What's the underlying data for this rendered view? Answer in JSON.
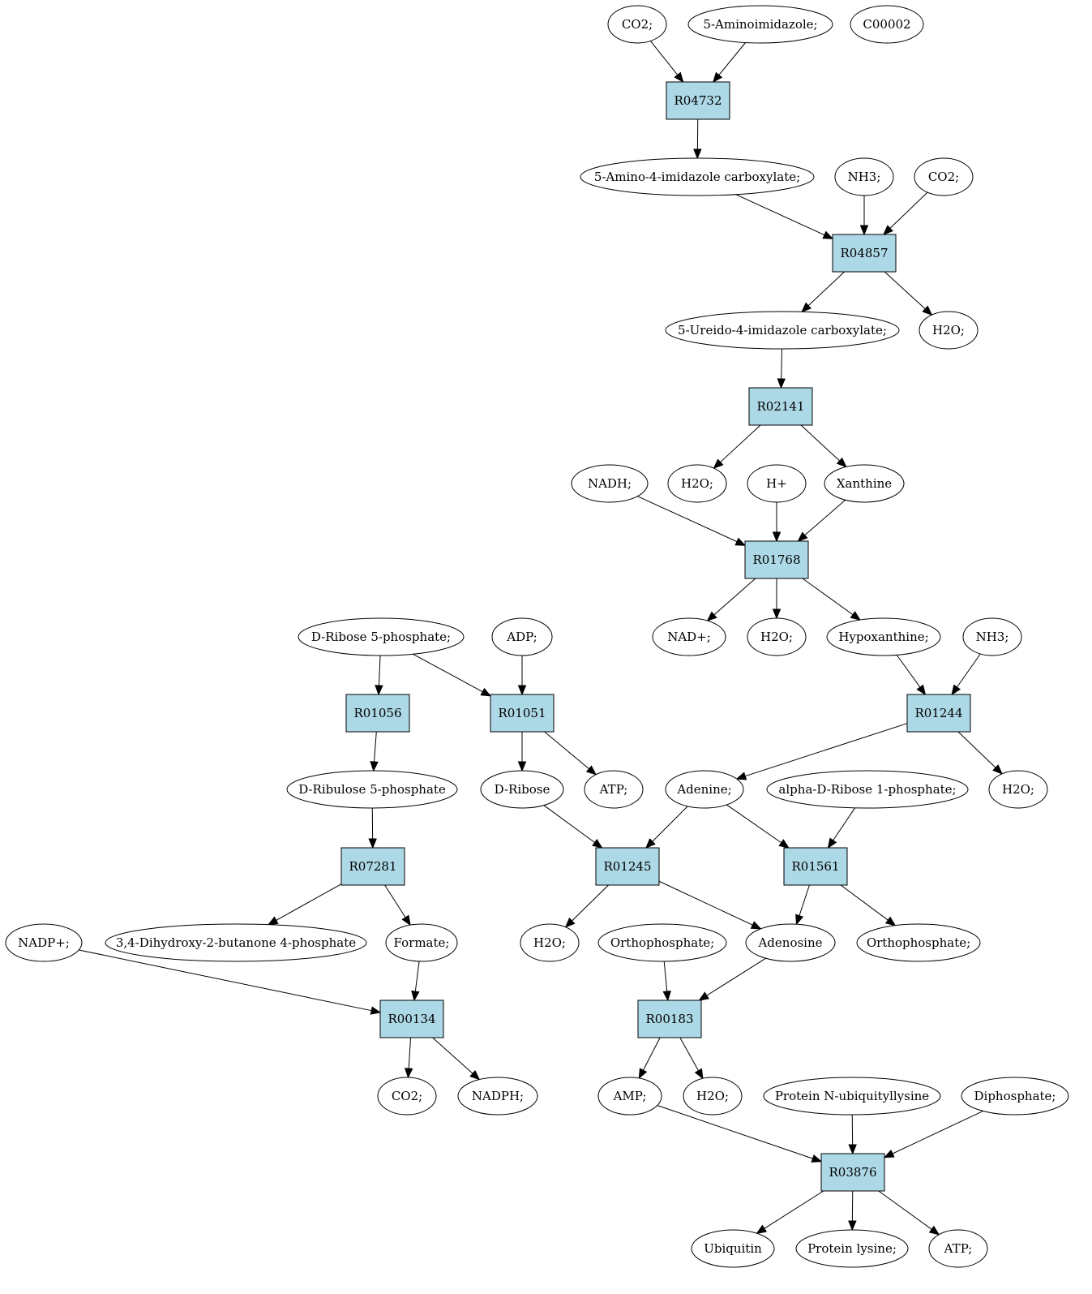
{
  "colors": {
    "reaction_fill": "#add8e6",
    "metabolite_fill": "#ffffff",
    "highlight_green": "#00ee00",
    "highlight_yellow": "#ffff00",
    "stroke": "#000000"
  },
  "nodes": {
    "n_co2_top": "CO2;",
    "n_aminoimidazole": "5-Aminoimidazole;",
    "n_c00002": "C00002",
    "r04732": "R04732",
    "n_amino_imidazole_carboxylate": "5-Amino-4-imidazole carboxylate;",
    "n_nh3_a": "NH3;",
    "n_co2_b": "CO2;",
    "r04857": "R04857",
    "n_ureido": "5-Ureido-4-imidazole carboxylate;",
    "n_h2o_a": "H2O;",
    "r02141": "R02141",
    "n_nadh": "NADH;",
    "n_h2o_b": "H2O;",
    "n_hplus": "H+",
    "n_xanthine": "Xanthine",
    "r01768": "R01768",
    "n_ribose5p": "D-Ribose 5-phosphate;",
    "n_adp": "ADP;",
    "n_nadplus": "NAD+;",
    "n_h2o_c": "H2O;",
    "n_hypoxanthine": "Hypoxanthine;",
    "n_nh3_b": "NH3;",
    "r01056": "R01056",
    "r01051": "R01051",
    "r01244": "R01244",
    "n_ribulose5p": "D-Ribulose 5-phosphate",
    "n_dribose": "D-Ribose",
    "n_atp_a": "ATP;",
    "n_adenine": "Adenine;",
    "n_alpha_ribose1p": "alpha-D-Ribose 1-phosphate;",
    "n_h2o_d": "H2O;",
    "r07281": "R07281",
    "r01245": "R01245",
    "r01561": "R01561",
    "n_nadpplus": "NADP+;",
    "n_dihydroxybutanone": "3,4-Dihydroxy-2-butanone 4-phosphate",
    "n_formate": "Formate;",
    "n_h2o_e": "H2O;",
    "n_orthophosphate_a": "Orthophosphate;",
    "n_adenosine": "Adenosine",
    "n_orthophosphate_b": "Orthophosphate;",
    "r00134": "R00134",
    "r00183": "R00183",
    "n_co2_c": "CO2;",
    "n_nadph": "NADPH;",
    "n_amp": "AMP;",
    "n_h2o_f": "H2O;",
    "n_protein_ubiq": "Protein N-ubiquityllysine",
    "n_diphosphate": "Diphosphate;",
    "r03876": "R03876",
    "n_ubiquitin": "Ubiquitin",
    "n_protein_lysine": "Protein lysine;",
    "n_atp_b": "ATP;"
  },
  "edges": [
    [
      "n_co2_top",
      "r04732"
    ],
    [
      "n_aminoimidazole",
      "r04732"
    ],
    [
      "r04732",
      "n_amino_imidazole_carboxylate"
    ],
    [
      "n_amino_imidazole_carboxylate",
      "r04857"
    ],
    [
      "n_nh3_a",
      "r04857"
    ],
    [
      "n_co2_b",
      "r04857"
    ],
    [
      "r04857",
      "n_ureido"
    ],
    [
      "r04857",
      "n_h2o_a"
    ],
    [
      "n_ureido",
      "r02141"
    ],
    [
      "r02141",
      "n_h2o_b"
    ],
    [
      "r02141",
      "n_xanthine"
    ],
    [
      "n_nadh",
      "r01768"
    ],
    [
      "n_hplus",
      "r01768"
    ],
    [
      "n_xanthine",
      "r01768"
    ],
    [
      "r01768",
      "n_nadplus"
    ],
    [
      "r01768",
      "n_h2o_c"
    ],
    [
      "r01768",
      "n_hypoxanthine"
    ],
    [
      "n_ribose5p",
      "r01056"
    ],
    [
      "n_ribose5p",
      "r01051"
    ],
    [
      "n_adp",
      "r01051"
    ],
    [
      "n_hypoxanthine",
      "r01244"
    ],
    [
      "n_nh3_b",
      "r01244"
    ],
    [
      "r01056",
      "n_ribulose5p"
    ],
    [
      "r01051",
      "n_dribose"
    ],
    [
      "r01051",
      "n_atp_a"
    ],
    [
      "r01244",
      "n_adenine"
    ],
    [
      "r01244",
      "n_h2o_d"
    ],
    [
      "n_ribulose5p",
      "r07281"
    ],
    [
      "n_dribose",
      "r01245"
    ],
    [
      "n_adenine",
      "r01245"
    ],
    [
      "n_adenine",
      "r01561"
    ],
    [
      "n_alpha_ribose1p",
      "r01561"
    ],
    [
      "r07281",
      "n_dihydroxybutanone"
    ],
    [
      "r07281",
      "n_formate"
    ],
    [
      "r01245",
      "n_h2o_e"
    ],
    [
      "r01245",
      "n_adenosine"
    ],
    [
      "r01561",
      "n_adenosine"
    ],
    [
      "r01561",
      "n_orthophosphate_b"
    ],
    [
      "n_nadpplus",
      "r00134"
    ],
    [
      "n_formate",
      "r00134"
    ],
    [
      "n_orthophosphate_a",
      "r00183"
    ],
    [
      "n_adenosine",
      "r00183"
    ],
    [
      "r00134",
      "n_co2_c"
    ],
    [
      "r00134",
      "n_nadph"
    ],
    [
      "r00183",
      "n_amp"
    ],
    [
      "r00183",
      "n_h2o_f"
    ],
    [
      "n_amp",
      "r03876"
    ],
    [
      "n_protein_ubiq",
      "r03876"
    ],
    [
      "n_diphosphate",
      "r03876"
    ],
    [
      "r03876",
      "n_ubiquitin"
    ],
    [
      "r03876",
      "n_protein_lysine"
    ],
    [
      "r03876",
      "n_atp_b"
    ]
  ]
}
